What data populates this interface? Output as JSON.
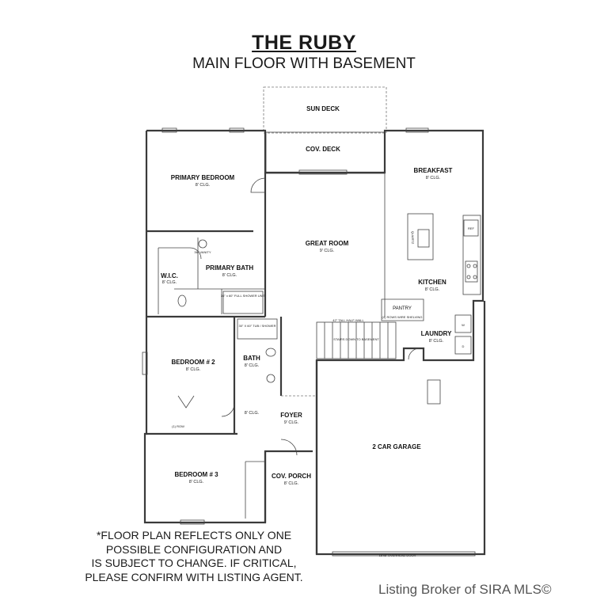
{
  "header": {
    "title": "THE RUBY",
    "subtitle": "MAIN FLOOR WITH BASEMENT"
  },
  "rooms": {
    "sun_deck": "SUN DECK",
    "cov_deck": "COV. DECK",
    "primary_bedroom": "PRIMARY BEDROOM",
    "primary_bedroom_clg": "8' CLG.",
    "breakfast": "BREAKFAST",
    "breakfast_clg": "8' CLG.",
    "great_room": "GREAT ROOM",
    "great_room_clg": "9' CLG.",
    "primary_bath": "PRIMARY BATH",
    "primary_bath_clg": "8' CLG.",
    "wic": "W.I.C.",
    "wic_clg": "8' CLG.",
    "kitchen": "KITCHEN",
    "kitchen_clg": "8' CLG.",
    "pantry": "PANTRY",
    "laundry": "LAUNDRY",
    "laundry_clg": "8' CLG.",
    "bedroom2": "BEDROOM # 2",
    "bedroom2_clg": "8' CLG.",
    "bath": "BATH",
    "bath_clg": "8' CLG.",
    "hall_clg": "8' CLG.",
    "foyer": "FOYER",
    "foyer_clg": "9' CLG.",
    "garage": "2 CAR GARAGE",
    "bedroom3": "BEDROOM # 3",
    "bedroom3_clg": "8' CLG.",
    "cov_porch": "COV. PORCH",
    "cov_porch_clg": "8' CLG."
  },
  "labels": {
    "half_wall": "42\" TALL HALF-WALL",
    "stairs": "STAIRS DOWN TO BASEMENT",
    "pantry_shelving": "(4) ROWS WIRE SHELVING",
    "tub_shower": "30\" X 60\" TUB / SHOWER",
    "shower_unit": "36\" x 60\" FULL SHOWER UNIT",
    "vanity": "36\" VANITY",
    "overhead_door": "16'x8' OVERHEAD DOOR",
    "ref": "REF",
    "quartz": "QUARTZ",
    "washer": "W",
    "dryer": "D",
    "row_closet": "(1) ROW"
  },
  "footnote": {
    "lines": [
      "*FLOOR PLAN REFLECTS ONLY ONE",
      "POSSIBLE CONFIGURATION AND",
      "IS SUBJECT TO CHANGE. IF CRITICAL,",
      "PLEASE CONFIRM WITH LISTING AGENT."
    ]
  },
  "watermark": "Listing Broker of SIRA MLS©"
}
